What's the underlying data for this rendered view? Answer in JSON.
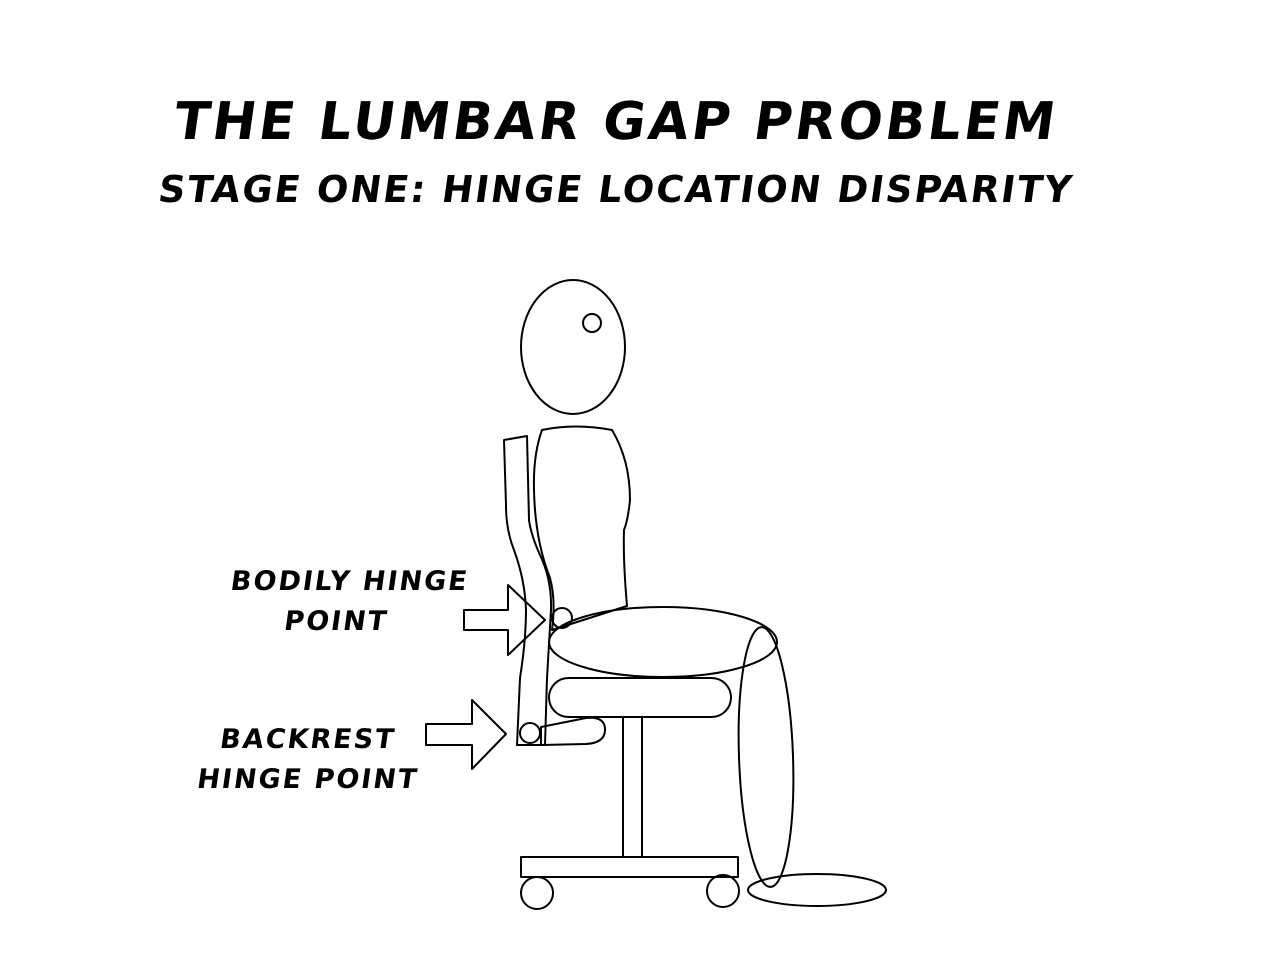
{
  "header": {
    "title": "THE LUMBAR GAP PROBLEM",
    "subtitle": "STAGE ONE: HINGE LOCATION DISPARITY"
  },
  "labels": {
    "bodily_hinge_line1": "BODILY HINGE",
    "bodily_hinge_line2": "POINT",
    "backrest_hinge_line1": "BACKREST",
    "backrest_hinge_line2": "HINGE POINT"
  },
  "colors": {
    "stroke": "#000000",
    "background": "#ffffff"
  }
}
